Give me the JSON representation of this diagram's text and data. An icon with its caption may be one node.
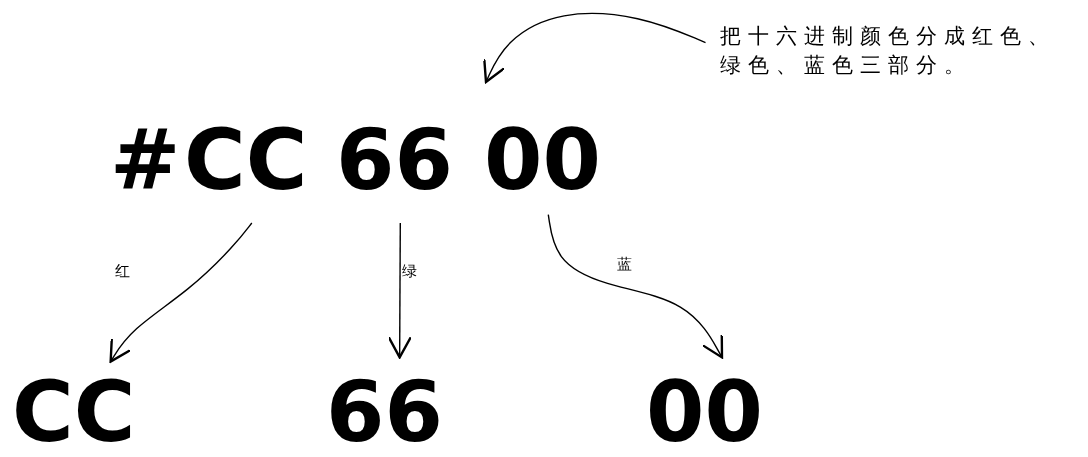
{
  "diagram": {
    "nodes": [
      {
        "text": [
          "把十六进制颜色分成红色、绿色、蓝色三部分。"
        ]
      },
      {
        "text": [
          "CC"
        ]
      },
      {
        "text": [
          "66"
        ]
      },
      {
        "text": [
          "00"
        ]
      },
      {
        "text": [
          "CC"
        ]
      },
      {
        "text": [
          "66"
        ]
      },
      {
        "text": [
          "00"
        ]
      }
    ],
    "edges": [
      {
        "from": 0,
        "to": null,
        "arrow": "to"
      },
      {
        "from": 1,
        "to": 4,
        "arrow": "to",
        "label": "红"
      },
      {
        "from": 2,
        "to": 5,
        "arrow": "to",
        "label": "绿"
      },
      {
        "from": 3,
        "to": 6,
        "arrow": "to",
        "label": "蓝"
      }
    ],
    "labels": [
      "#"
    ]
  }
}
